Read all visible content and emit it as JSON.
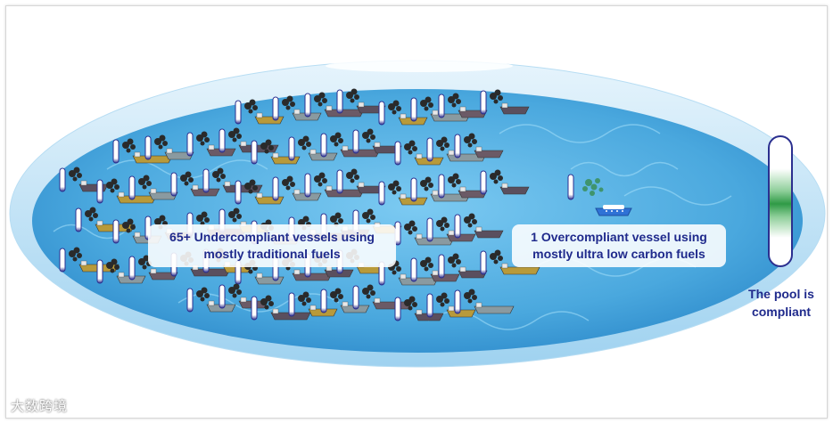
{
  "labels": {
    "undercompliant": "65+ Undercompliant vessels using mostly traditional fuels",
    "overcompliant": "1 Overcompliant vessel using mostly ultra low carbon fuels",
    "pool_line1": "The pool is",
    "pool_line2": "compliant"
  },
  "watermark": "大数跨境",
  "colors": {
    "water": "#5ab4e5",
    "rim": "#cfe8f7",
    "text": "#1f2a8c",
    "gauge_green": "#2f9a46",
    "gauge_border": "#2b2f8f"
  },
  "icons": [
    "ship-icon",
    "tanker-icon",
    "smoke-icon",
    "thermometer-icon",
    "electric-ship-icon",
    "leaf-icon"
  ]
}
